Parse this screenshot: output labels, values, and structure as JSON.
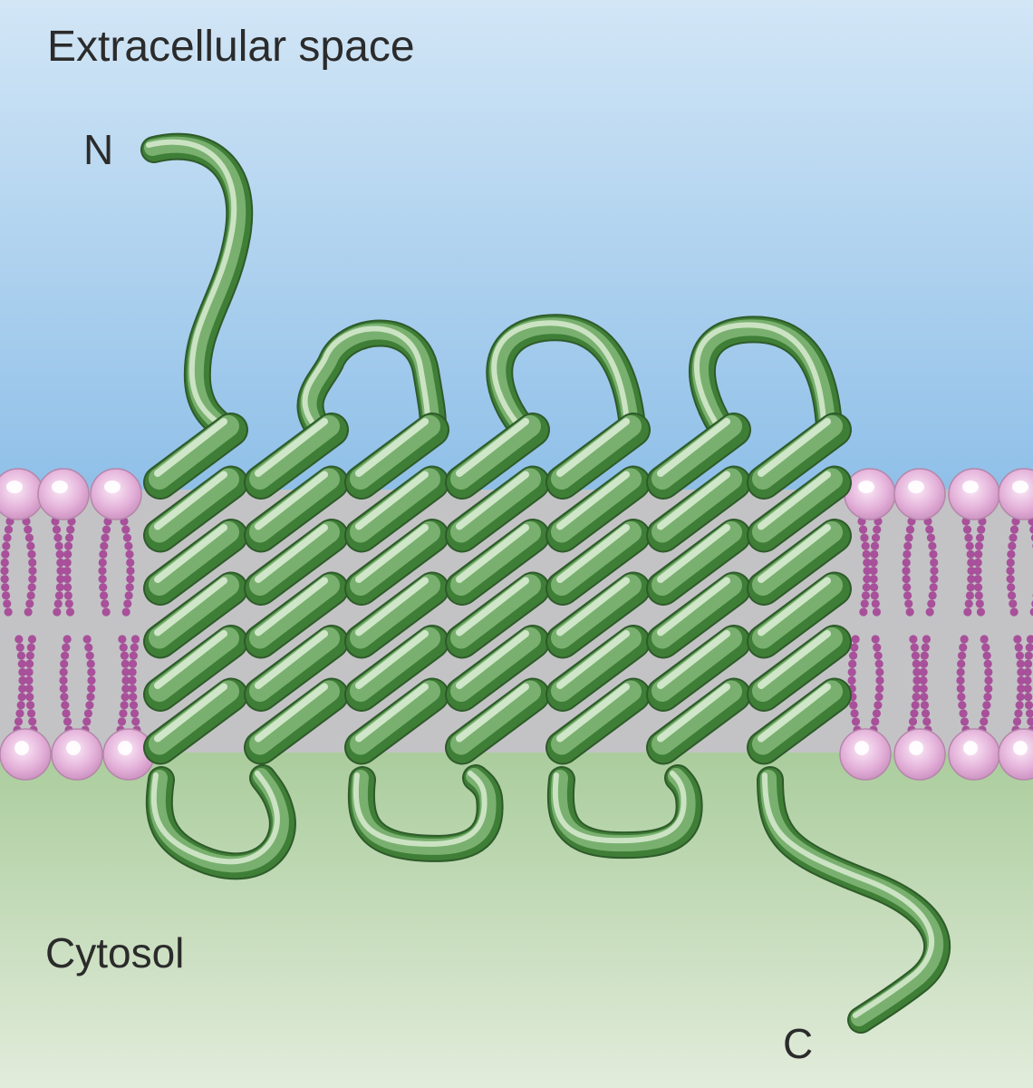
{
  "regions": {
    "extracellular": "Extracellular space",
    "cytosol": "Cytosol"
  },
  "termini": {
    "n": "N",
    "c": "C"
  },
  "protein": {
    "transmembrane_segments": 7,
    "turns_per_segment": 6
  },
  "colors": {
    "extracellular_top": "#d2e6f6",
    "extracellular_bottom": "#8ebfe8",
    "cytosol_top": "#a9cc9b",
    "cytosol_bottom": "#e2ecdb",
    "membrane_core": "#c3c3c5",
    "lipid_head": "#e4b2da",
    "lipid_tail": "#a8509a",
    "helix_fill": "#79b06f",
    "helix_highlight": "#d9ecd2",
    "helix_outline": "#2e5a2a",
    "helix_dark": "#3f7e36"
  }
}
